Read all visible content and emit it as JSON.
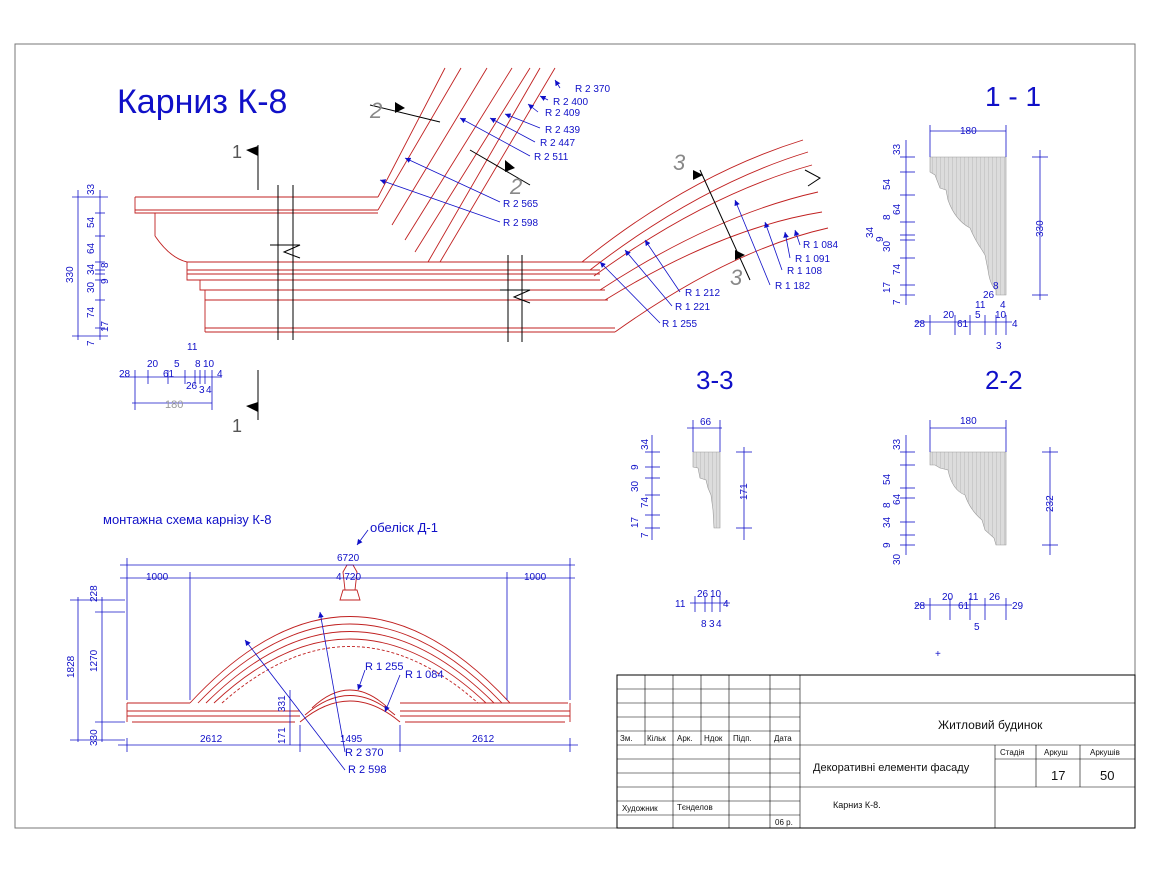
{
  "titles": {
    "main": "Карниз К-8",
    "sec11": "1 - 1",
    "sec33": "3-3",
    "sec22": "2-2",
    "scheme": "монтажна схема карнізу К-8",
    "obelisk": "обеліск Д-1"
  },
  "section_marks": {
    "one": "1",
    "two": "2",
    "three": "3"
  },
  "radii_top": [
    "R 2 370",
    "R 2 400",
    "R 2 409",
    "R 2 439",
    "R 2 447",
    "R 2 511",
    "R 2 565",
    "R 2 598"
  ],
  "radii_right": [
    "R 1 084",
    "R 1 091",
    "R 1 108",
    "R 1 182"
  ],
  "radii_bottom": [
    "R 1 212",
    "R 1 221",
    "R 1 255"
  ],
  "elev_dims": {
    "left_total": "330",
    "left_parts": [
      "33",
      "54",
      "64",
      "34",
      "9",
      "8",
      "30",
      "74",
      "17",
      "7"
    ],
    "bottom": [
      "28",
      "20",
      "61",
      "5",
      "8",
      "10",
      "4",
      "26",
      "3",
      "4",
      "11"
    ],
    "width": "180"
  },
  "s11": {
    "width": "180",
    "height": "330",
    "left": [
      "33",
      "54",
      "64",
      "8",
      "9",
      "34",
      "30",
      "74",
      "17",
      "7"
    ],
    "right_small": [
      "8",
      "26",
      "11",
      "4"
    ],
    "bottom": [
      "28",
      "20",
      "61",
      "5",
      "10",
      "4",
      "3"
    ]
  },
  "s33": {
    "width": "66",
    "height": "171",
    "left": [
      "34",
      "9",
      "30",
      "74",
      "17",
      "7"
    ],
    "bottom": [
      "11",
      "26",
      "10",
      "4",
      "8",
      "3",
      "4"
    ]
  },
  "s22": {
    "width": "180",
    "height": "232",
    "left": [
      "33",
      "54",
      "8",
      "64",
      "34",
      "9",
      "30"
    ],
    "bottom": [
      "28",
      "20",
      "61",
      "11",
      "26",
      "29",
      "5"
    ]
  },
  "scheme": {
    "top_total": "6720",
    "top_parts": [
      "1000",
      "4 720",
      "1000"
    ],
    "bottom_parts": [
      "2612",
      "1495",
      "2612"
    ],
    "left_total": "1828",
    "left_parts": [
      "228",
      "1270",
      "330"
    ],
    "inner_heights": [
      "331",
      "171"
    ],
    "radii": [
      "R 1 255",
      "R 1 084",
      "R 2 370",
      "R 2 598"
    ]
  },
  "title_block": {
    "headers": [
      "Зм.",
      "Кільк",
      "Арк.",
      "Ндок",
      "Підп.",
      "Дата"
    ],
    "project": "Житловий будинок",
    "stage_label": "Стадія",
    "sheet_label": "Аркуш",
    "sheets_label": "Аркушів",
    "sheet": "17",
    "sheets": "50",
    "description": "Декоративні елементи фасаду",
    "role": "Художник",
    "person": "Тєнделов",
    "date": "06 р.",
    "drawing": "Карниз К-8."
  },
  "colors": {
    "text": "#1010c8",
    "lines": "#c02020",
    "frame": "#000000"
  }
}
